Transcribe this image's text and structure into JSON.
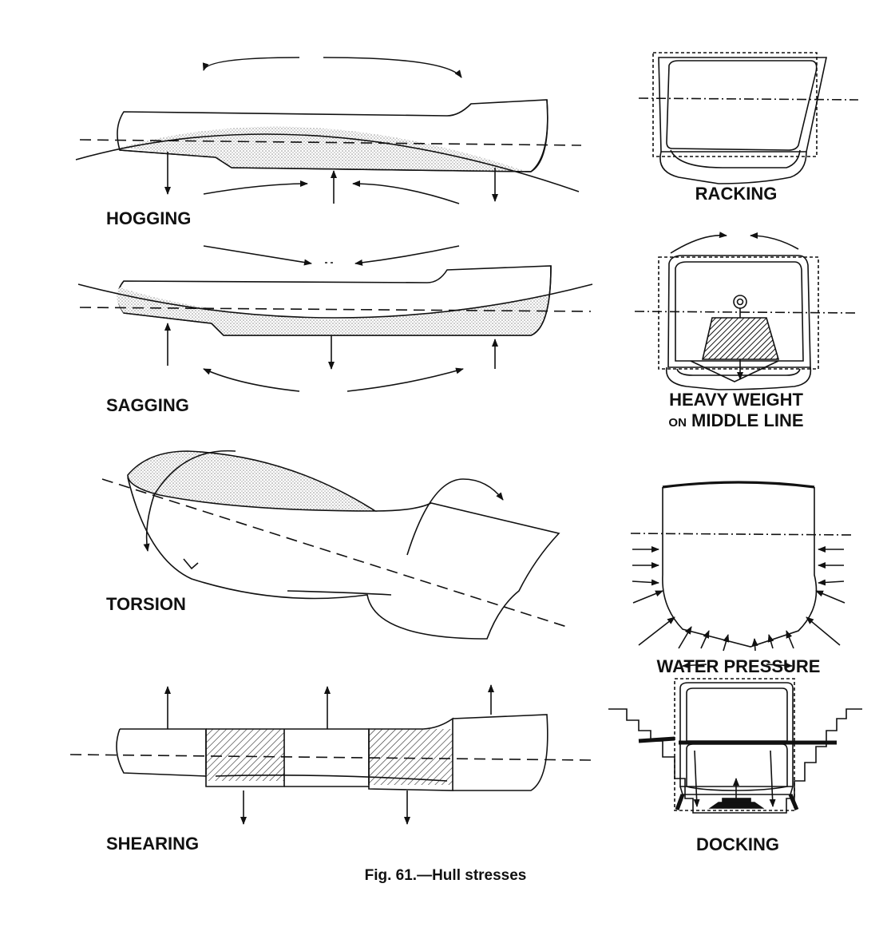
{
  "labels": {
    "hogging": "HOGGING",
    "sagging": "SAGGING",
    "torsion": "TORSION",
    "shearing": "SHEARING",
    "racking": "RACKING",
    "heavy_weight_line1": "HEAVY WEIGHT",
    "heavy_weight_on": "ON",
    "heavy_weight_line2": "MIDDLE LINE",
    "water_pressure": "WATER PRESSURE",
    "docking": "DOCKING"
  },
  "caption": "Fig. 61.—Hull stresses",
  "colors": {
    "ink": "#111111",
    "stipple": "#9a9a9a",
    "paper": "#ffffff"
  }
}
